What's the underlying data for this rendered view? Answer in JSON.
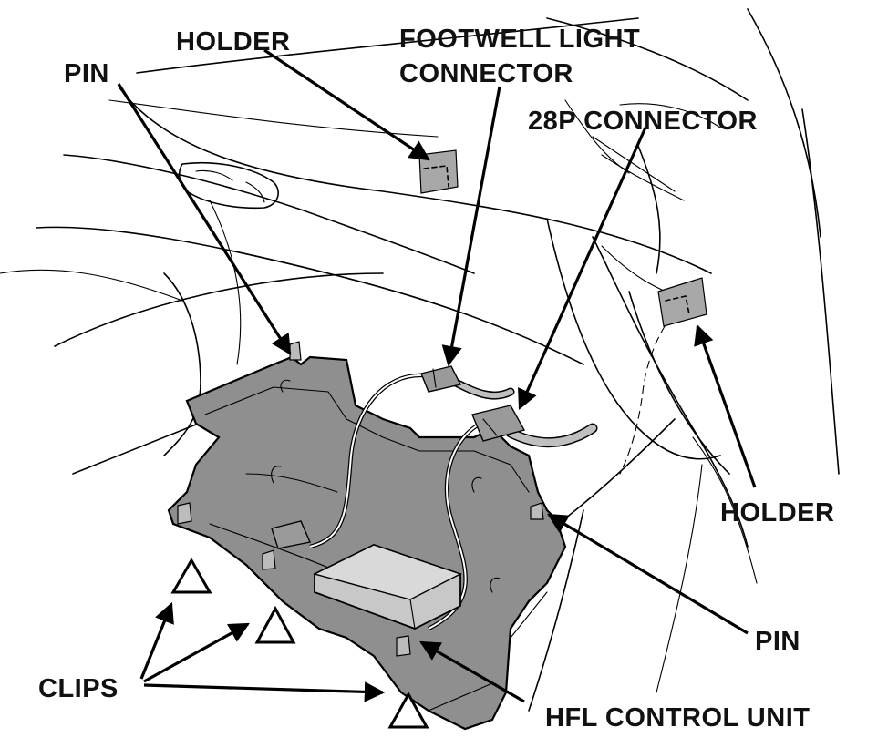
{
  "labels": {
    "holder_top": "HOLDER",
    "pin_top": "PIN",
    "footwell_line1": "FOOTWELL LIGHT",
    "footwell_line2": "CONNECTOR",
    "connector_28p": "28P CONNECTOR",
    "holder_right": "HOLDER",
    "pin_right": "PIN",
    "clips": "CLIPS",
    "hfl_control_unit": "HFL CONTROL UNIT"
  },
  "colors": {
    "panel_fill": "#8f8f8f",
    "panel_dark": "#6f6f6f",
    "holder_fill": "#a8a8a8",
    "unit_fill": "#c8c8c8",
    "line": "#000000"
  }
}
